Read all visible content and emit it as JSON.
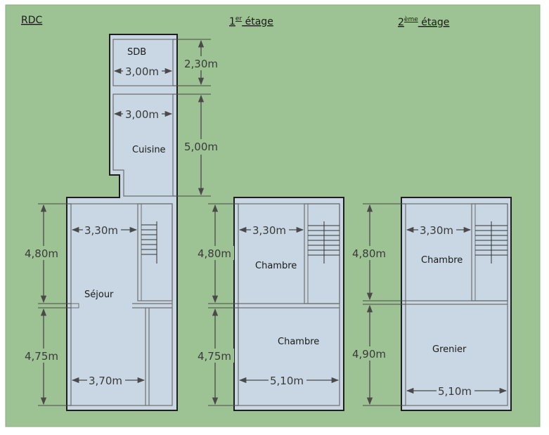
{
  "colors": {
    "background": "#9dc293",
    "room_fill": "#c8d7e3",
    "wall": "#1e1e1e",
    "inner_line": "#6e6e6e",
    "dimension": "#4a4a4a"
  },
  "floors": [
    {
      "label": "RDC",
      "sup": ""
    },
    {
      "label": "1",
      "sup": "er",
      "rest": " étage"
    },
    {
      "label": "2",
      "sup": "ème",
      "rest": " étage"
    }
  ],
  "rooms": {
    "sdb": "SDB",
    "cuisine": "Cuisine",
    "sejour": "Séjour",
    "chambre_1a": "Chambre",
    "chambre_1b": "Chambre",
    "chambre_2": "Chambre",
    "grenier": "Grenier"
  },
  "dimensions": {
    "sdb_width": "3,00m",
    "sdb_height": "2,30m",
    "cuisine_width": "3,00m",
    "cuisine_height": "5,00m",
    "rdc_upper_width": "3,30m",
    "rdc_upper_height": "4,80m",
    "rdc_lower_height": "4,75m",
    "rdc_lower_width": "3,70m",
    "f1_upper_width": "3,30m",
    "f1_upper_height": "4,80m",
    "f1_lower_height": "4,75m",
    "f1_lower_width": "5,10m",
    "f2_upper_width": "3,30m",
    "f2_upper_height": "4,80m",
    "f2_lower_height": "4,90m",
    "f2_lower_width": "5,10m"
  }
}
